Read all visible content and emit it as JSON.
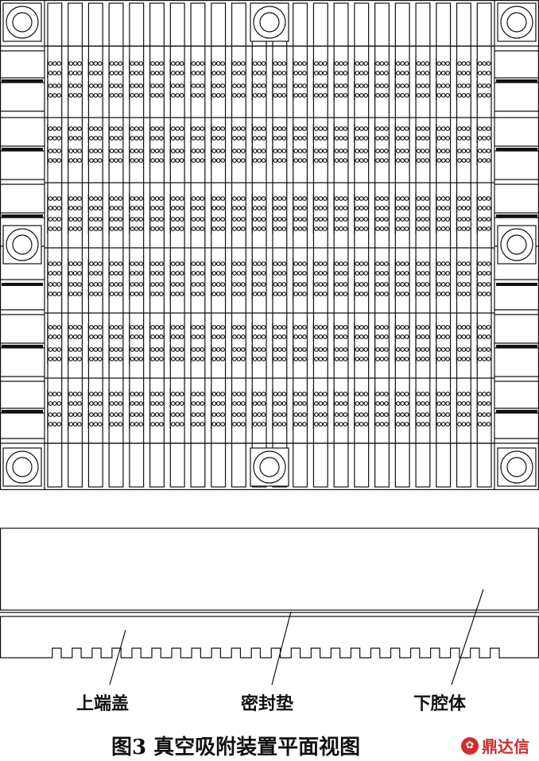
{
  "labels": {
    "upper_end_cap": "上端盖",
    "seal_gasket": "密封垫",
    "lower_cavity": "下腔体"
  },
  "caption": "图3  真空吸附装置平面视图",
  "watermark": {
    "text": "鼎达信",
    "color": "#d42a2a"
  },
  "colors": {
    "line": "#111111",
    "background": "#ffffff"
  },
  "drawing": {
    "plate_columns": 22,
    "plate_row_bands": 6,
    "section_teeth": 23
  }
}
